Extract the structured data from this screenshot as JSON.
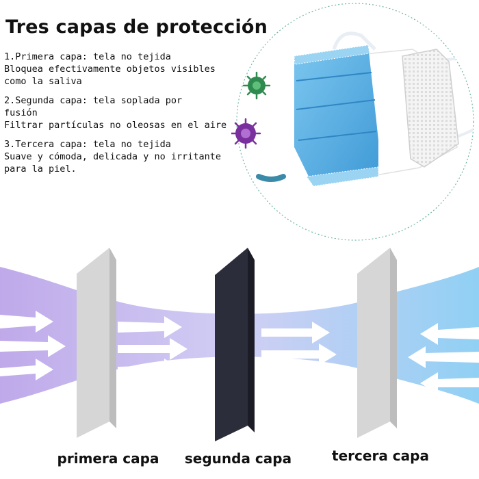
{
  "title": "Tres capas de protección",
  "layers": [
    {
      "lines": [
        "1.Primera capa: tela no tejida",
        "Bloquea efectivamente objetos visibles",
        "como la saliva"
      ],
      "caption": "primera capa",
      "panel_color": "#d9d9d9"
    },
    {
      "lines": [
        "2.Segunda capa: tela soplada por",
        "fusión",
        "Filtrar partículas no oleosas en el aire"
      ],
      "caption": "segunda capa",
      "panel_color": "#2b2d3a"
    },
    {
      "lines": [
        "3.Tercera capa: tela no tejida",
        "Suave y cómoda, delicada y no irritante",
        "para la piel."
      ],
      "caption": "tercera capa",
      "panel_color": "#d9d9d9"
    }
  ],
  "colors": {
    "mask_blue": "#5aaee0",
    "flow_left": "#b49ae6",
    "flow_right": "#7cc8f2",
    "virus_green": "#2e8a4e",
    "virus_purple": "#7a2f9e",
    "particle_teal": "#3b8aa8"
  },
  "icons": [
    "surgical-mask",
    "virus-green",
    "virus-purple",
    "particle",
    "arrow-right",
    "arrow-left"
  ]
}
